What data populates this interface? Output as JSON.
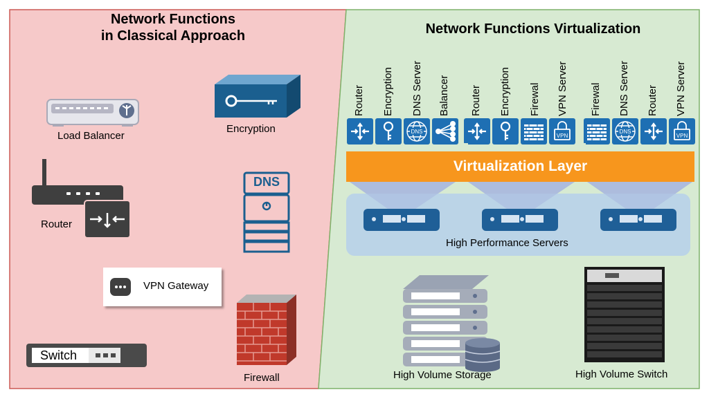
{
  "left_panel": {
    "title_line1": "Network Functions",
    "title_line2": "in Classical Approach",
    "background": "#f6c9c9",
    "items": {
      "load_balancer": "Load Balancer",
      "encryption": "Encryption",
      "router": "Router",
      "dns_badge": "DNS",
      "vpn_gateway": "VPN Gateway",
      "switch": "Switch",
      "firewall": "Firewall"
    }
  },
  "right_panel": {
    "title": "Network Functions Virtualization",
    "background": "#d7ead2",
    "vnf_groups": [
      {
        "functions": [
          "Router",
          "Encryption",
          "DNS Server",
          "Balancer"
        ],
        "icons": [
          "router-icon",
          "key-icon",
          "dns-globe-icon",
          "balancer-icon"
        ]
      },
      {
        "functions": [
          "Router",
          "Encryption",
          "Firewal",
          "VPN Server"
        ],
        "icons": [
          "router-icon",
          "key-icon",
          "firewall-icon",
          "vpn-lock-icon"
        ]
      },
      {
        "functions": [
          "Firewal",
          "DNS Server",
          "Router",
          "VPN Server"
        ],
        "icons": [
          "firewall-icon",
          "dns-globe-icon",
          "router-icon",
          "vpn-lock-icon"
        ]
      }
    ],
    "icon_labels": {
      "dns": "DNS",
      "vpn": "VPN"
    },
    "virtualization_layer": "Virtualization Layer",
    "servers_label": "High Performance Servers",
    "storage_label": "High Volume Storage",
    "switch_label": "High Volume Switch"
  },
  "colors": {
    "accent_orange": "#f7961d",
    "icon_blue": "#1e6fb3",
    "server_panel": "#b9d3e8",
    "device_dark": "#3f3f3f",
    "encryption_box": "#1b5f8f"
  }
}
